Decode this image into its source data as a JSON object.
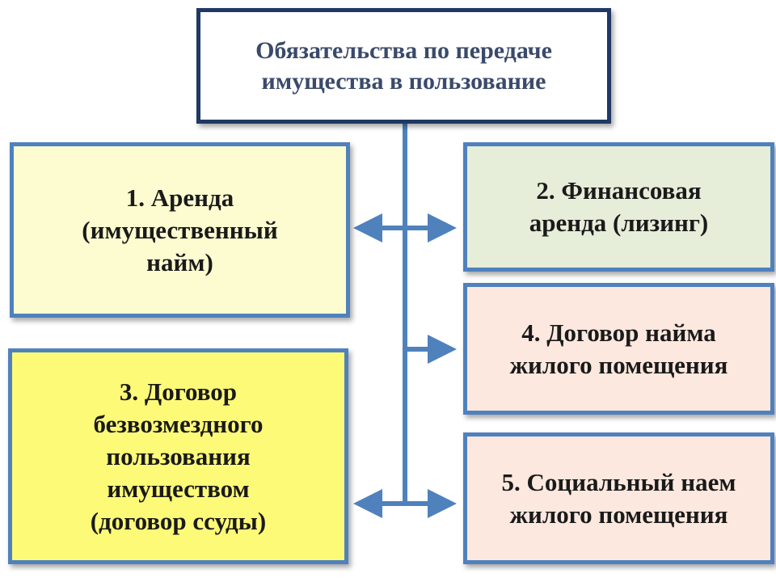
{
  "title": {
    "line1": "Обязательства по передаче",
    "line2": "имущества в пользование"
  },
  "boxes": [
    {
      "lines": [
        "1. Аренда",
        "(имущественный",
        "найм)"
      ],
      "fill": "#fdfcd0"
    },
    {
      "lines": [
        "2. Финансовая",
        "аренда (лизинг)"
      ],
      "fill": "#e6edd8"
    },
    {
      "lines": [
        "3. Договор",
        "безвозмездного",
        "пользования",
        "имуществом",
        "(договор ссуды)"
      ],
      "fill": "#fdfa78"
    },
    {
      "lines": [
        "4. Договор найма",
        "жилого помещения"
      ],
      "fill": "#fce8de"
    },
    {
      "lines": [
        "5. Социальный наем",
        "жилого помещения"
      ],
      "fill": "#fce8de"
    }
  ],
  "colors": {
    "title_border": "#1f3864",
    "box_border": "#4f81bd",
    "connector": "#4f81bd"
  }
}
